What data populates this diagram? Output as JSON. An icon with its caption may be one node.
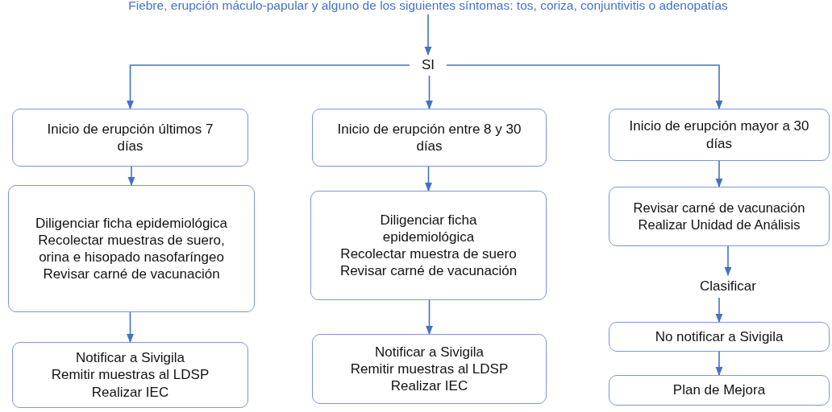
{
  "diagram": {
    "nodes": [
      {
        "text": [
          "Fiebre, erupción máculo-papular y alguno de los siguientes síntomas: tos, coriza, conjuntivitis o adenopatías"
        ]
      },
      {
        "text": [
          "SI"
        ]
      },
      {
        "text": [
          "Inicio de erupción últimos 7 días"
        ]
      },
      {
        "text": [
          "Diligenciar ficha epidemiológica",
          "Recolectar muestras de suero, orina e hisopado nasofaríngeo",
          "Revisar carné de vacunación"
        ]
      },
      {
        "text": [
          "Notificar a Sivigila",
          "Remitir muestras al LDSP",
          "Realizar IEC"
        ]
      },
      {
        "text": [
          "Inicio de erupción entre 8 y 30 días"
        ]
      },
      {
        "text": [
          "Diligenciar ficha epidemiológica",
          "Recolectar muestra de suero",
          "Revisar carné de vacunación"
        ]
      },
      {
        "text": [
          "Notificar a Sivigila",
          "Remitir muestras al LDSP",
          "Realizar IEC"
        ]
      },
      {
        "text": [
          "Inicio de erupción mayor a 30 días"
        ]
      },
      {
        "text": [
          "Revisar carné de vacunación",
          "Realizar Unidad de Análisis"
        ]
      },
      {
        "text": [
          "Clasificar"
        ]
      },
      {
        "text": [
          "No notificar a Sivigila"
        ]
      },
      {
        "text": [
          "Plan de Mejora"
        ]
      }
    ],
    "edges": [
      {
        "from": 0,
        "to": 1,
        "arrow": "to"
      },
      {
        "from": 1,
        "to": 2,
        "arrow": "to"
      },
      {
        "from": 1,
        "to": 5,
        "arrow": "to"
      },
      {
        "from": 1,
        "to": 8,
        "arrow": "to"
      },
      {
        "from": 2,
        "to": 3,
        "arrow": "to"
      },
      {
        "from": 3,
        "to": 4,
        "arrow": "to"
      },
      {
        "from": 5,
        "to": 6,
        "arrow": "to"
      },
      {
        "from": 6,
        "to": 7,
        "arrow": "to"
      },
      {
        "from": 8,
        "to": 9,
        "arrow": "to"
      },
      {
        "from": 9,
        "to": 10,
        "arrow": "to"
      },
      {
        "from": 10,
        "to": 11,
        "arrow": "to"
      },
      {
        "from": 11,
        "to": 12,
        "arrow": "to"
      }
    ]
  }
}
